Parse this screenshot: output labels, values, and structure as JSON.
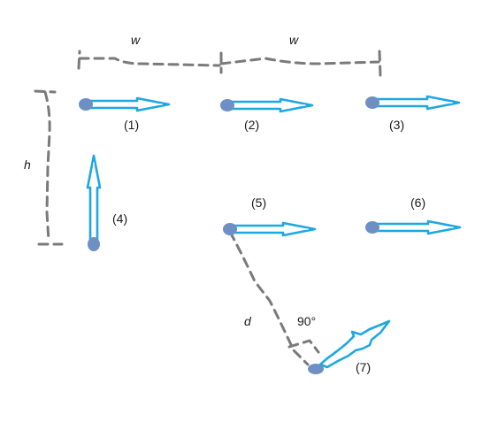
{
  "colors": {
    "arrow": "#1ea7e1",
    "base": "#6d8fc4",
    "dashed": "#7a7a7a",
    "text": "#1a1a1a"
  },
  "dimensions": {
    "width_label_1": "w",
    "width_label_2": "w",
    "height_label": "h",
    "distance_label": "d",
    "angle_label": "90°"
  },
  "arrows": [
    {
      "label": "(1)",
      "direction": "right"
    },
    {
      "label": "(2)",
      "direction": "right"
    },
    {
      "label": "(3)",
      "direction": "right"
    },
    {
      "label": "(4)",
      "direction": "up"
    },
    {
      "label": "(5)",
      "direction": "right"
    },
    {
      "label": "(6)",
      "direction": "right"
    },
    {
      "label": "(7)",
      "direction": "up-right"
    }
  ]
}
